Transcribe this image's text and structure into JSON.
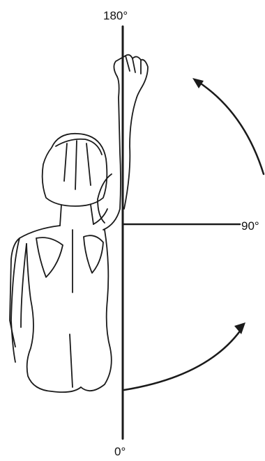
{
  "diagram": {
    "labels": {
      "top": "180°",
      "right": "90°",
      "bottom": "0°"
    },
    "colors": {
      "ink": "#1a1a1a",
      "background": "#ffffff"
    }
  }
}
